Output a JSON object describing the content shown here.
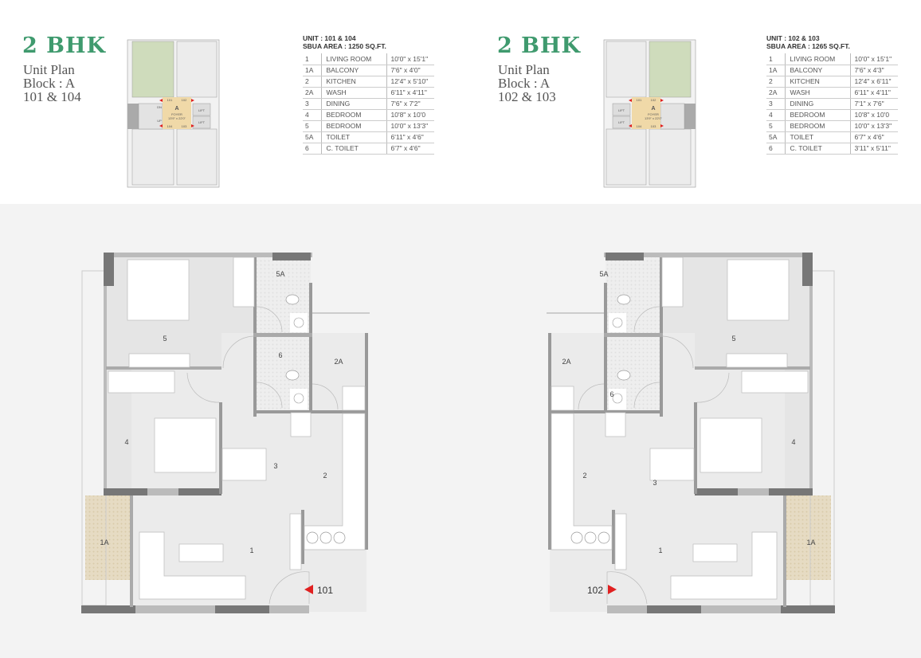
{
  "left": {
    "title": "2 BHK",
    "subtitle": [
      "Unit Plan",
      "Block : A",
      "101 & 104"
    ],
    "unit_line": "UNIT : 101 & 104",
    "area_line": "SBUA AREA : 1250 SQ.FT.",
    "rooms": [
      {
        "no": "1",
        "name": "LIVING ROOM",
        "dim": "10'0\" x 15'1\""
      },
      {
        "no": "1A",
        "name": "BALCONY",
        "dim": "7'6\" x 4'0\""
      },
      {
        "no": "2",
        "name": "KITCHEN",
        "dim": "12'4\" x 5'10\""
      },
      {
        "no": "2A",
        "name": "WASH",
        "dim": "6'11\" x 4'11\""
      },
      {
        "no": "3",
        "name": "DINING",
        "dim": "7'6\" x 7'2\""
      },
      {
        "no": "4",
        "name": "BEDROOM",
        "dim": "10'8\" x 10'0"
      },
      {
        "no": "5",
        "name": "BEDROOM",
        "dim": "10'0\" x 13'3\""
      },
      {
        "no": "5A",
        "name": "TOILET",
        "dim": "6'11\" x 4'6\""
      },
      {
        "no": "6",
        "name": "C. TOILET",
        "dim": "6'7\" x 4'6\""
      }
    ],
    "unit_number": "101"
  },
  "right": {
    "title": "2 BHK",
    "subtitle": [
      "Unit Plan",
      "Block : A",
      "102 & 103"
    ],
    "unit_line": "UNIT : 102 & 103",
    "area_line": "SBUA AREA : 1265 SQ.FT.",
    "rooms": [
      {
        "no": "1",
        "name": "LIVING ROOM",
        "dim": "10'0\" x 15'1\""
      },
      {
        "no": "1A",
        "name": "BALCONY",
        "dim": "7'6\" x 4'3\""
      },
      {
        "no": "2",
        "name": "KITCHEN",
        "dim": "12'4\" x 6'11\""
      },
      {
        "no": "2A",
        "name": "WASH",
        "dim": "6'11\" x 4'11\""
      },
      {
        "no": "3",
        "name": "DINING",
        "dim": "7'1\" x 7'6\""
      },
      {
        "no": "4",
        "name": "BEDROOM",
        "dim": "10'8\" x 10'0"
      },
      {
        "no": "5",
        "name": "BEDROOM",
        "dim": "10'0\" x 13'3\""
      },
      {
        "no": "5A",
        "name": "TOILET",
        "dim": "6'7\" x 4'6\""
      },
      {
        "no": "6",
        "name": "C. TOILET",
        "dim": "3'11\" x 5'11\""
      }
    ],
    "unit_number": "102"
  },
  "key_plan": {
    "block": "A",
    "foyer": "FOYER",
    "foyer_dim": "13'9\" x 22'0\"",
    "lift": "LIFT",
    "dn": "DN",
    "up": "UP",
    "units": [
      "101",
      "102",
      "104",
      "103"
    ]
  },
  "room_labels": [
    "1",
    "1A",
    "2",
    "2A",
    "3",
    "4",
    "5",
    "5A",
    "6"
  ],
  "colors": {
    "accent": "#3f9a6e",
    "balcony": "#e6dbc3",
    "highlight": "#cfdcbc",
    "foyer": "#f0d9a8",
    "entry": "#e02020"
  }
}
